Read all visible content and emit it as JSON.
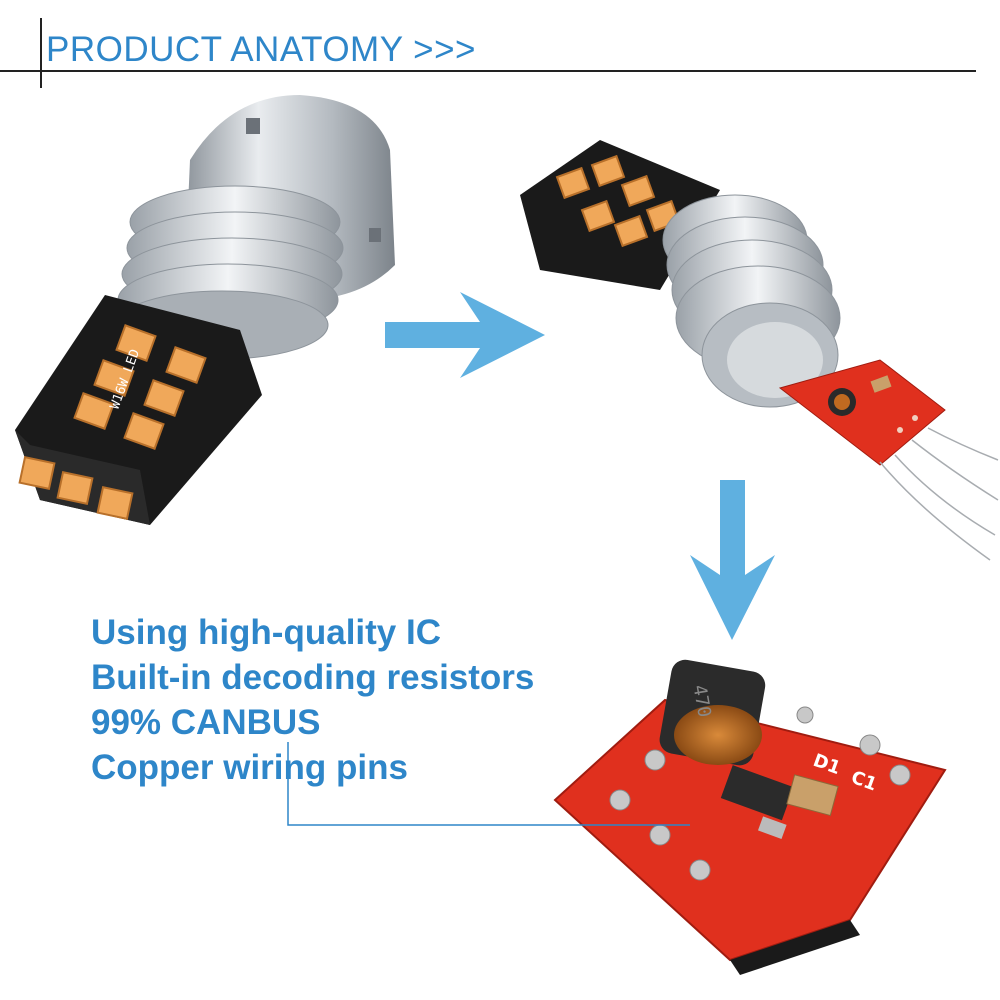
{
  "header": {
    "title": "PRODUCT ANATOMY >>>"
  },
  "features": [
    "Using high-quality IC",
    "Built-in decoding resistors",
    "99% CANBUS",
    "Copper wiring pins"
  ],
  "bulb_label": "W16W LED",
  "board_labels": {
    "inductor": "470",
    "diode": "D1",
    "capacitor": "C1"
  },
  "colors": {
    "accent_text": "#2e86c9",
    "arrow": "#5fb0e0",
    "pcb_black": "#1a1a1a",
    "pcb_red": "#e0301e",
    "led_amber": "#f0a85a",
    "heatsink": "#c9cdd2"
  }
}
